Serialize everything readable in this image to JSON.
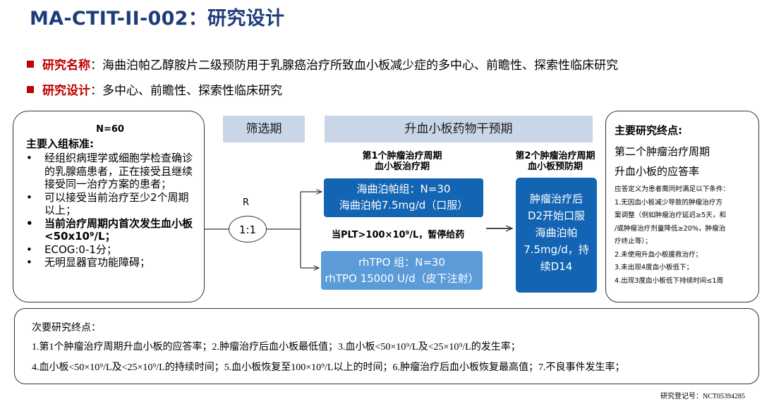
{
  "title": "MA-CTIT-II-002：研究设计",
  "study_name": {
    "label": "研究名称",
    "text": "：海曲泊帕乙醇胺片二级预防用于乳腺癌治疗所致血小板减少症的多中心、前瞻性、探索性临床研究"
  },
  "study_design": {
    "label": "研究设计",
    "text": "：多中心、前瞻性、探索性临床研究"
  },
  "left_panel": {
    "n": "N=60",
    "criteria_title": "主要入组标准:",
    "criteria": [
      "经组织病理学或细胞学检查确诊的乳腺癌患者，正在接受且继续接受同一治疗方案的患者；",
      "可以接受当前治疗至少2个周期以上；",
      "当前治疗周期内首次发生血小板<50x10⁹/L；",
      "ECOG:0-1分；",
      "无明显器官功能障碍；"
    ]
  },
  "phases": {
    "screening": "筛选期",
    "intervention": "升血小板药物干预期"
  },
  "cycle1": {
    "line1": "第1个肿瘤治疗周期",
    "line2": "血小板治疗期"
  },
  "cycle2": {
    "line1": "第2个肿瘤治疗周期",
    "line2": "血小板预防期"
  },
  "randomization": {
    "r": "R",
    "ratio": "1:1"
  },
  "group1": {
    "line1": "海曲泊帕组：N=30",
    "line2": "海曲泊帕7.5mg/d（口服）"
  },
  "group2": {
    "line1": "rhTPO 组：N=30",
    "line2": "rhTPO 15000 U/d（皮下注射）"
  },
  "stop_rule": "当PLT>100×10⁹/L，暂停给药",
  "prevention": {
    "lines": [
      "肿瘤治疗后",
      "D2开始口服",
      "海曲泊帕",
      "7.5mg/d，持",
      "续D14"
    ]
  },
  "primary_endpoint": {
    "title": "主要研究终点:",
    "line1": "第二个肿瘤治疗周期",
    "line2": "升血小板的应答率",
    "details": [
      "应答定义为患者需同时满足以下条件：",
      "1.无因血小板减少导致的肿瘤治疗方",
      "案调整（例如肿瘤治疗延迟≥5天，和",
      "/或肿瘤治疗剂量降低≥20%，肿瘤治",
      "疗终止等）；",
      "2.未使用升血小板援救治疗；",
      "3.未出现4度血小板低下；",
      "4.出现3度血小板低下持续时间≤1周"
    ]
  },
  "secondary_endpoints": {
    "title": "次要研究终点：",
    "line1": "1.第1个肿瘤治疗周期升血小板的应答率；2.肿瘤治疗后血小板最低值；3.血小板<50×10⁹/L及<25×10⁹/L的发生率；",
    "line2": "4.血小板<50×10⁹/L及<25×10⁹/L的持续时间；5.血小板恢复至100×10⁹/L以上的时间；6.肿瘤治疗后血小板恢复最高值；7.不良事件发生率；"
  },
  "registration": "研究登记号：NCT05394285",
  "colors": {
    "title": "#1f3c7a",
    "accent_red": "#c00000",
    "dark_blue": "#1464b4",
    "light_blue": "#5a9bd8",
    "phase_bg": "#c9d6e8"
  }
}
